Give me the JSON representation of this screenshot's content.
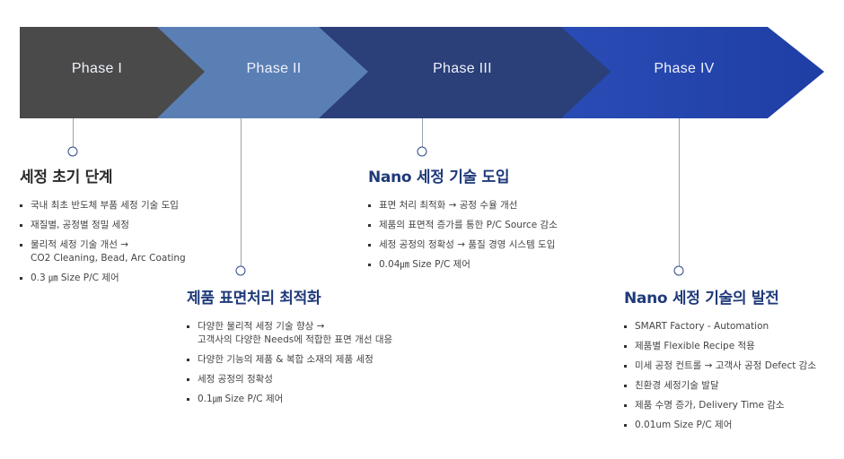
{
  "colors": {
    "phase1": "#4a4a4a",
    "phase2": "#5a7fb5",
    "phase3": "#2b3f78",
    "phase4": "#2548b0",
    "title_dark": "#2a2a2a",
    "title_blue": "#1f3a7a"
  },
  "phases": [
    {
      "label": "Phase I",
      "title": "세정 초기 단계",
      "items": [
        "국내 최초 반도체 부품 세정 기술 도입",
        "재질별, 공정별 정밀 세정",
        "물리적 세정 기술 개선 →\nCO2 Cleaning, Bead, Arc Coating",
        "0.3 ㎛ Size P/C 제어"
      ]
    },
    {
      "label": "Phase II",
      "title": "제품 표면처리 최적화",
      "items": [
        "다양한 물리적 세정 기술 향상 →\n고객사의 다양한 Needs에 적합한 표면 개선 대응",
        "다양한 기능의 제품 & 복합 소재의 제품 세정",
        "세정 공정의 정확성",
        "0.1㎛ Size P/C 제어"
      ]
    },
    {
      "label": "Phase III",
      "title": "Nano 세정 기술 도입",
      "items": [
        "표면 처리 최적화 → 공정 수율 개선",
        "제품의 표면적 증가를 통한 P/C Source 감소",
        "세정 공정의 정확성 → 품질 경영 시스템 도입",
        "0.04㎛ Size P/C 제어"
      ]
    },
    {
      "label": "Phase IV",
      "title": "Nano 세정 기술의 발전",
      "items": [
        "SMART Factory - Automation",
        "제품별 Flexible Recipe 적용",
        "미세 공정 컨트롤 → 고객사 공정 Defect 감소",
        "친환경 세정기술 발달",
        "제품 수명 증가, Delivery Time 감소",
        "0.01um Size P/C 제어"
      ]
    }
  ]
}
